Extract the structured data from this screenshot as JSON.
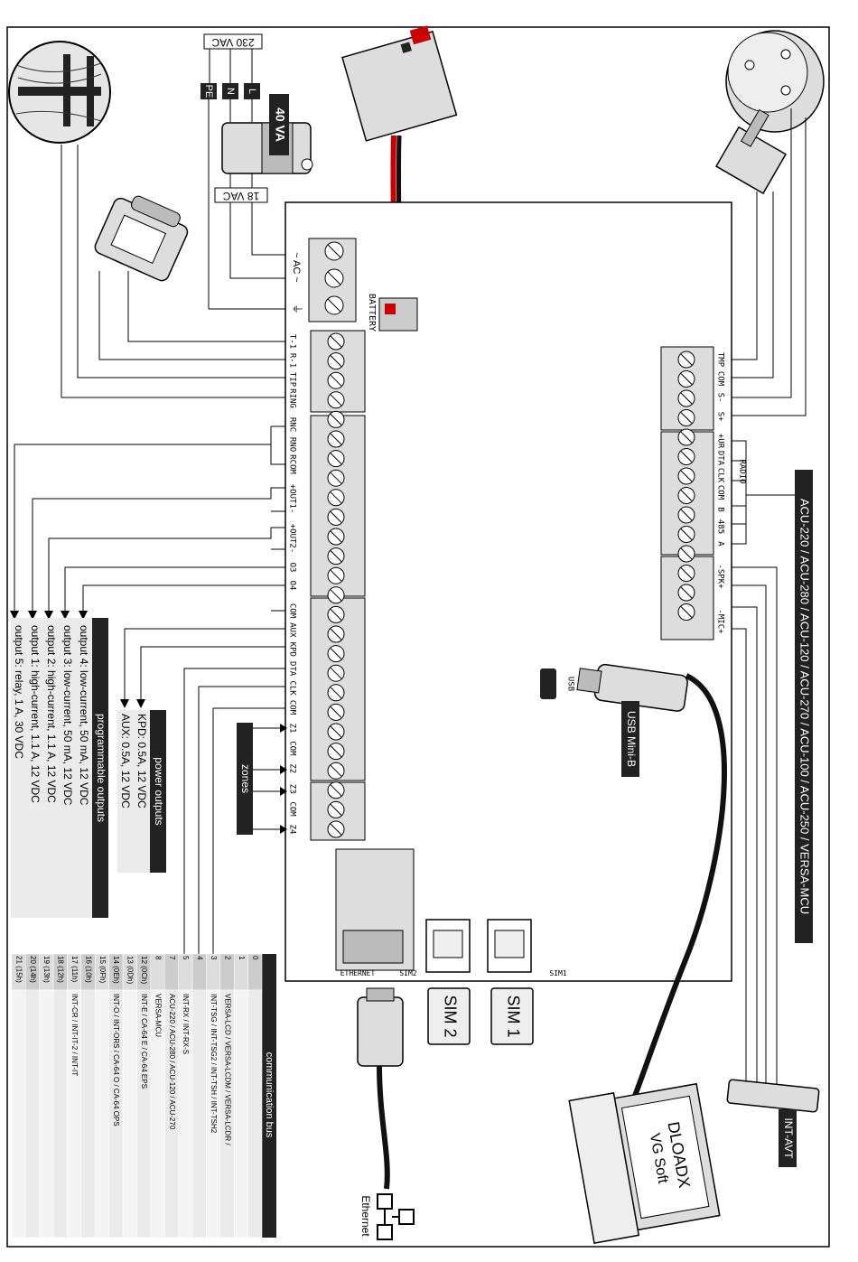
{
  "power": {
    "mains": "230 VAC",
    "pe": "PE",
    "n": "N",
    "l": "L",
    "transformer": "40 VA",
    "secondary": "18 VAC",
    "ac_label": "~ AC ~"
  },
  "battery": "BATTERY",
  "terminals": {
    "phone": [
      "T-1",
      "R-1",
      "TIP",
      "RING"
    ],
    "relay": [
      "RNC",
      "RNO",
      "RCOM"
    ],
    "out1": "+OUT1-",
    "out2": "+OUT2-",
    "o3": "O3",
    "o4": "O4",
    "bus": [
      "COM",
      "AUX",
      "KPD",
      "DTA",
      "CLK",
      "COM"
    ],
    "zones": [
      "Z1",
      "COM",
      "Z2",
      "Z3",
      "COM",
      "Z4"
    ],
    "tamper": [
      "TMP",
      "COM",
      "S-",
      "S+"
    ],
    "radio_top": "RADIO",
    "radio": [
      "+UR",
      "DTA",
      "CLK",
      "COM",
      "B",
      "485",
      "A"
    ],
    "spk": "-SPK+",
    "mic": "-MIC+",
    "usb": "USB",
    "ethernet_port": "ETHERNET",
    "sim2_port": "SIM2",
    "sim1_port": "SIM1"
  },
  "labels": {
    "acu": "ACU-220 / ACU-280 / ACU-120 / ACU-270 / ACU-100 / ACU-250 / VERSA-MCU",
    "usb_mini": "USB Mini-B",
    "zones": "zones",
    "int_avt": "INT-AVT",
    "dloadx_1": "DLOADX",
    "dloadx_2": "VG Soft",
    "sim1": "SIM 1",
    "sim2": "SIM 2",
    "ethernet": "Ethernet"
  },
  "programmable_outputs": {
    "title": "programmable outputs",
    "items": [
      "output 4: low-current, 50 mA, 12 VDC",
      "output 3: low-current, 50 mA, 12 VDC",
      "output 2: high-current, 1.1 A, 12 VDC",
      "output 1: high-current, 1.1 A, 12 VDC",
      "output 5: relay, 1 A, 30 VDC"
    ]
  },
  "power_outputs": {
    "title": "power outputs",
    "items": [
      "KPD: 0.5A, 12 VDC",
      "AUX: 0.5A, 12 VDC"
    ]
  },
  "communication_bus": {
    "title": "communication bus",
    "rows": [
      {
        "addr": "0",
        "desc": ""
      },
      {
        "addr": "1",
        "desc": ""
      },
      {
        "addr": "2",
        "desc": "VERSA-LCD / VERSA-LCDM / VERSA-LCDR /"
      },
      {
        "addr": "3",
        "desc": "INT-TSG / INT-TSG2 / INT-TSH / INT-TSH2"
      },
      {
        "addr": "4",
        "desc": ""
      },
      {
        "addr": "5",
        "desc": "INT-RX / INT-RX-S"
      },
      {
        "addr": "7",
        "desc": "ACU-220 / ACU-280 / ACU-120 / ACU-270"
      },
      {
        "addr": "8",
        "desc": "VERSA-MCU"
      },
      {
        "addr": "12 (0Ch)",
        "desc": "INT-E / CA-64 E / CA-64 EPS"
      },
      {
        "addr": "13 (0Dh)",
        "desc": ""
      },
      {
        "addr": "14 (0Eh)",
        "desc": "INT-O / INT-ORS / CA-64 O / CA-64 OPS"
      },
      {
        "addr": "15 (0Fh)",
        "desc": ""
      },
      {
        "addr": "16 (10h)",
        "desc": ""
      },
      {
        "addr": "17 (11h)",
        "desc": "INT-CR / INT-IT-2 / INT-IT"
      },
      {
        "addr": "18 (12h)",
        "desc": ""
      },
      {
        "addr": "19 (13h)",
        "desc": ""
      },
      {
        "addr": "20 (14h)",
        "desc": ""
      },
      {
        "addr": "21 (15h)",
        "desc": ""
      }
    ]
  }
}
